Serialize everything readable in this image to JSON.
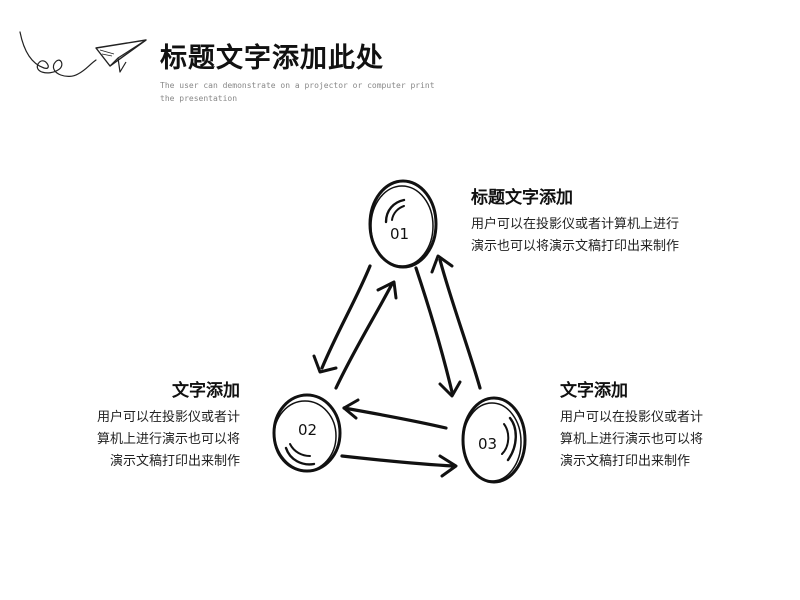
{
  "header": {
    "title": "标题文字添加此处",
    "subtitle": "The user can demonstrate on a projector or computer print the presentation"
  },
  "decoration": {
    "icons": [
      "paper-plane-icon",
      "curly-trail-icon"
    ]
  },
  "nodes": [
    {
      "id": "01",
      "label": "01"
    },
    {
      "id": "02",
      "label": "02"
    },
    {
      "id": "03",
      "label": "03"
    }
  ],
  "blocks": {
    "top": {
      "title": "标题文字添加",
      "body": "用户可以在投影仪或者计算机上进行演示也可以将演示文稿打印出来制作"
    },
    "left": {
      "title": "文字添加",
      "body": "用户可以在投影仪或者计算机上进行演示也可以将演示文稿打印出来制作"
    },
    "right": {
      "title": "文字添加",
      "body": "用户可以在投影仪或者计算机上进行演示也可以将演示文稿打印出来制作"
    }
  },
  "colors": {
    "ink": "#111111",
    "subtitle": "#888888",
    "background": "#ffffff"
  }
}
